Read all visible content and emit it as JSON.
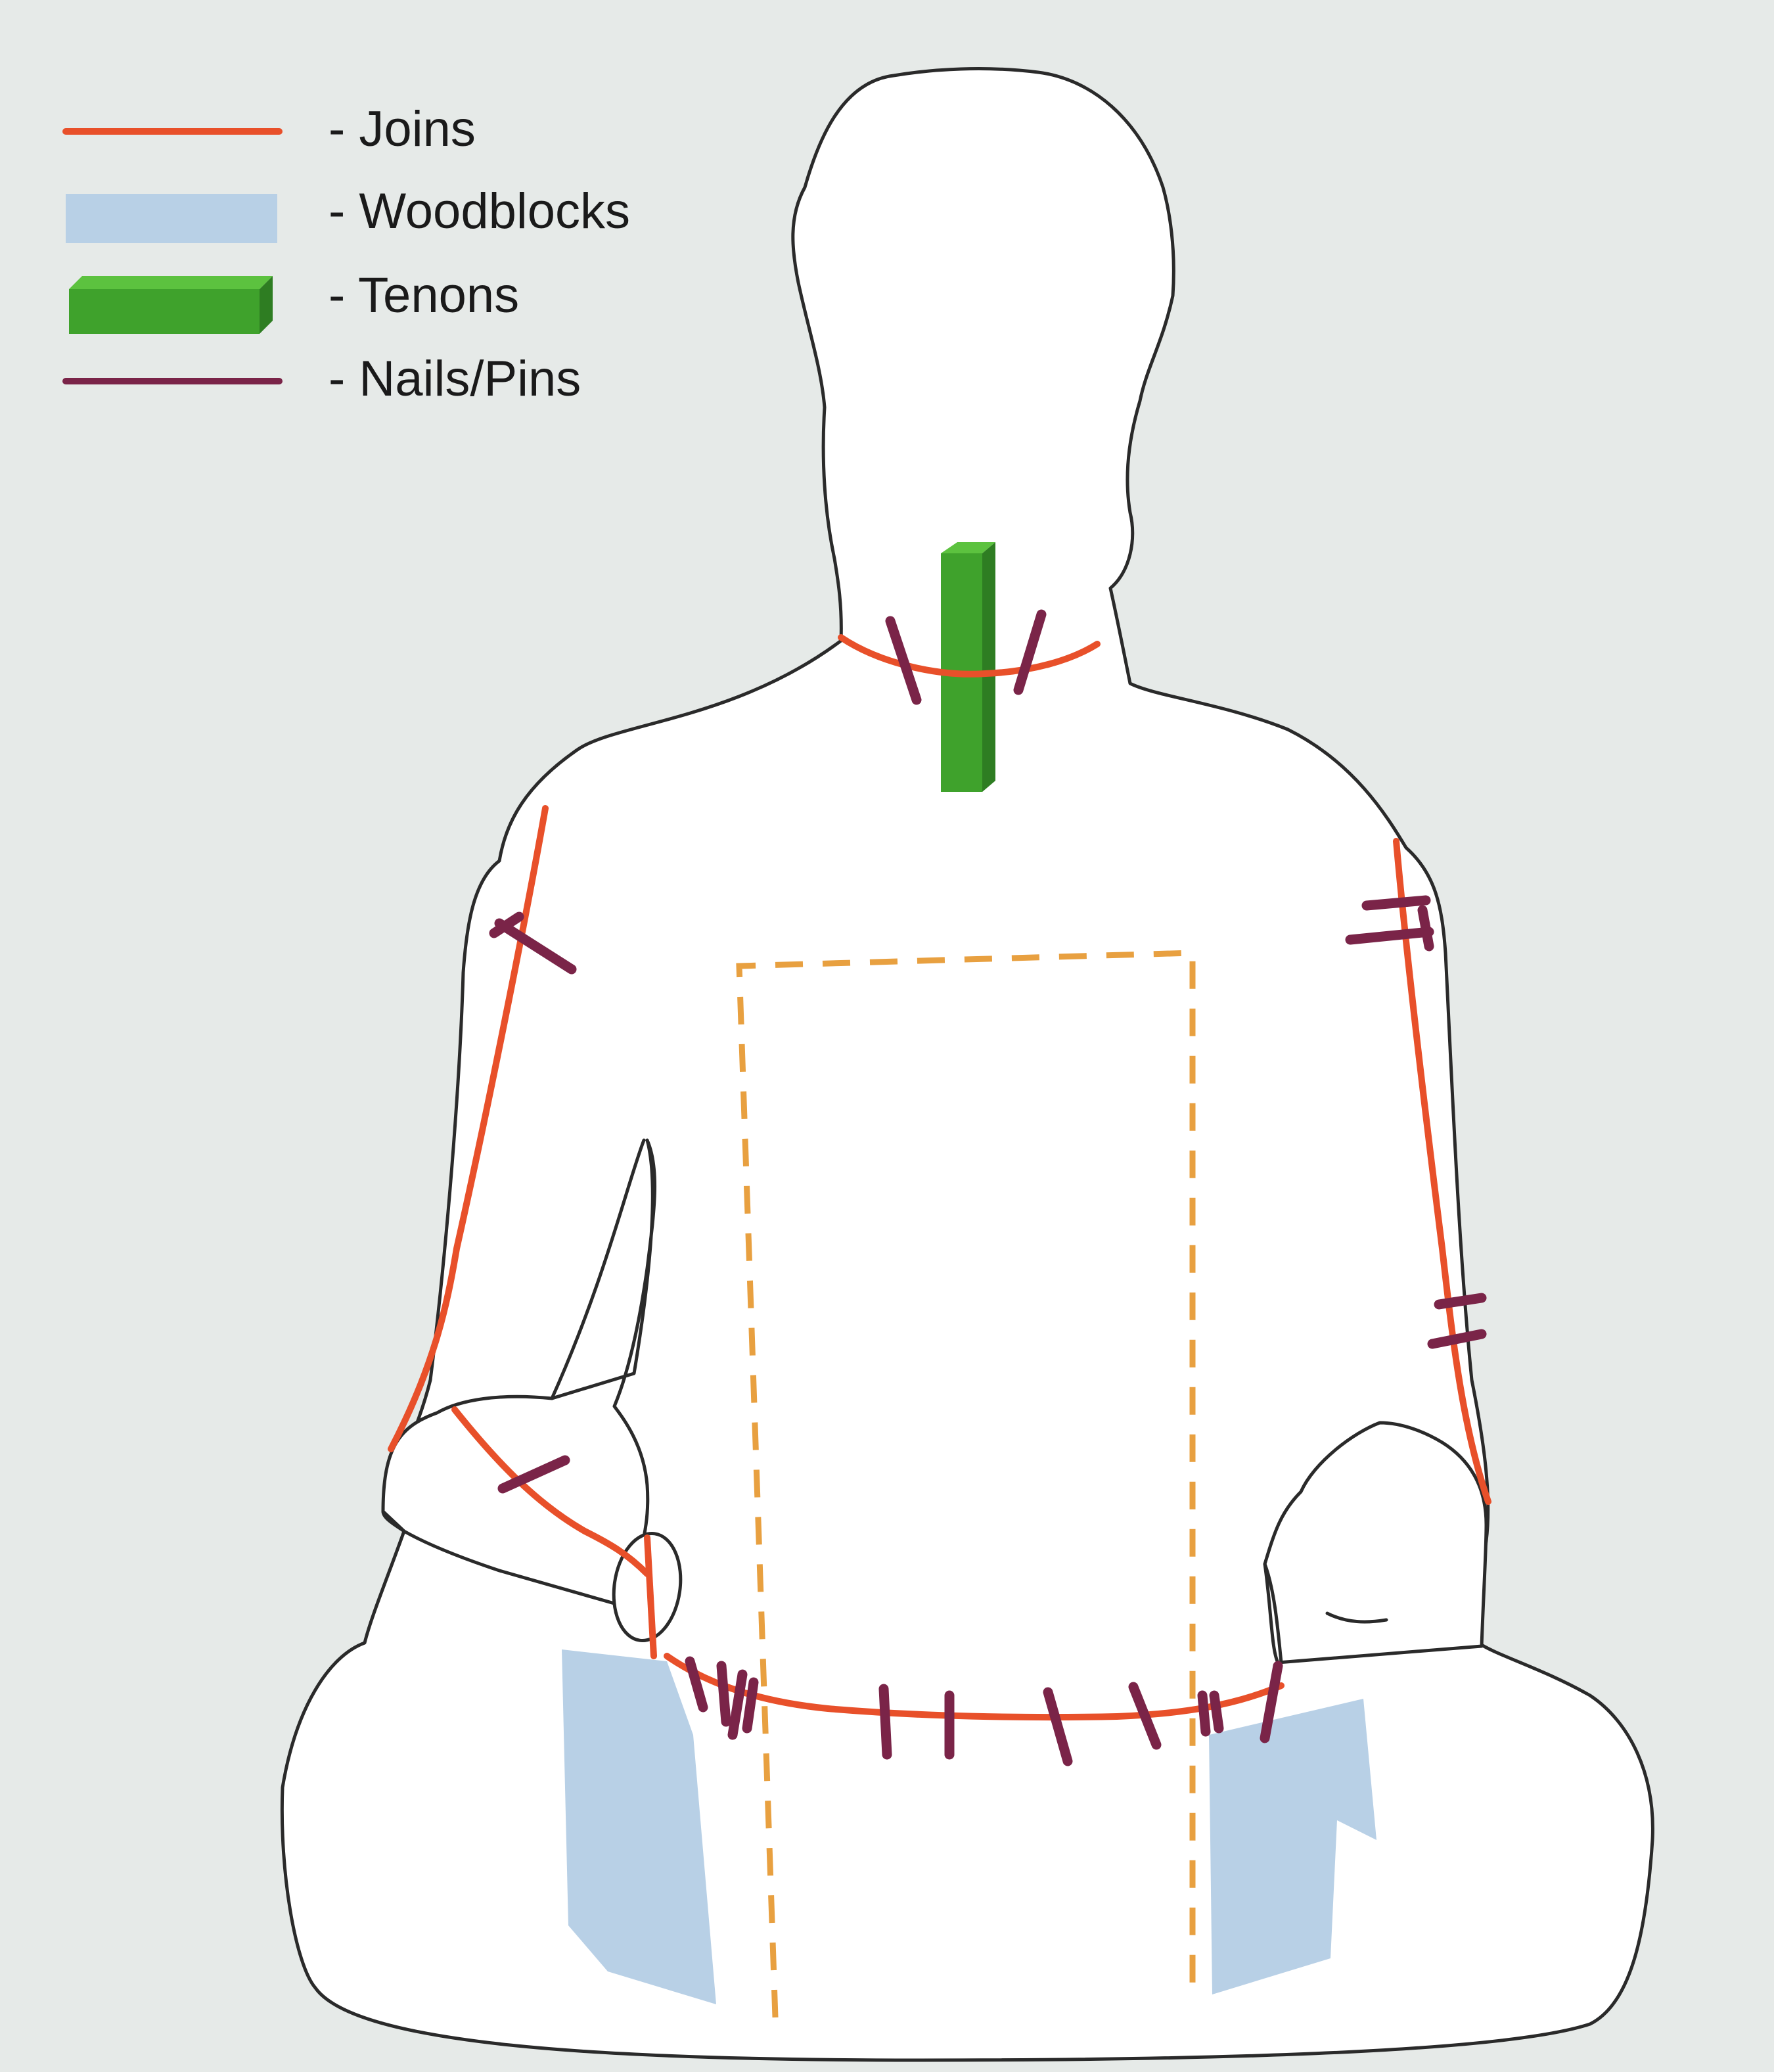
{
  "legend": {
    "items": [
      {
        "key": "joins",
        "label": "- Joins",
        "color": "#e8502a"
      },
      {
        "key": "woodblocks",
        "label": "- Woodblocks",
        "color": "#b8d0e6"
      },
      {
        "key": "tenons",
        "label": "- Tenons",
        "color": "#3fa22c"
      },
      {
        "key": "nails",
        "label": "- Nails/Pins",
        "color": "#7a2448"
      }
    ]
  },
  "colors": {
    "background": "#e6eae8",
    "figure_fill": "#ffffff",
    "outline": "#2a2a2a",
    "joins": "#e8502a",
    "woodblocks": "#b8d0e6",
    "tenons": "#3fa22c",
    "tenon_shade": "#2e7d22",
    "nails": "#7a2448",
    "cavity_dashed": "#e8a040"
  },
  "figure": {
    "subject": "seated-buddha-statue"
  }
}
